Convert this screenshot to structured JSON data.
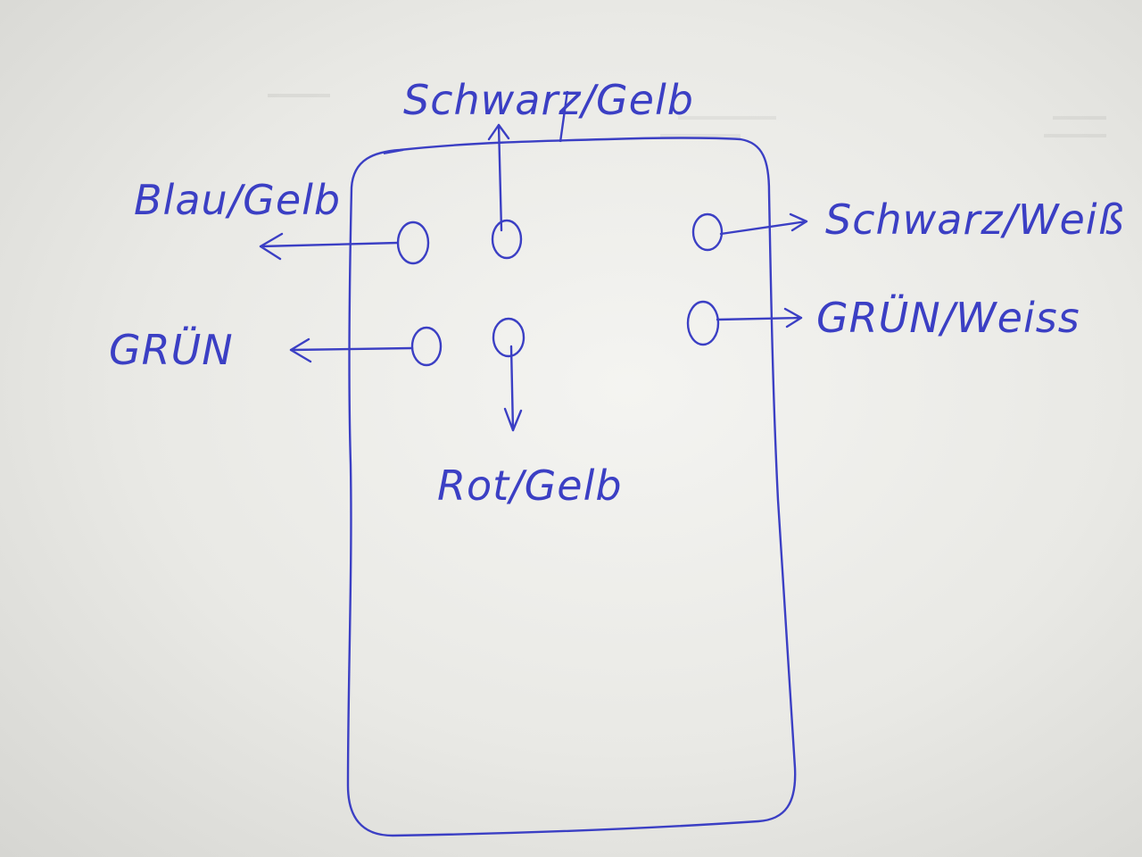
{
  "ink_color": "#3b3fc4",
  "paper_color": "#eeeeeb",
  "connector": {
    "pins": [
      {
        "id": "top-left",
        "label": "Blau/Gelb",
        "direction": "left"
      },
      {
        "id": "top-middle",
        "label": "Schwarz/Gelb",
        "direction": "up"
      },
      {
        "id": "top-right",
        "label": "Schwarz/Weiß",
        "direction": "right"
      },
      {
        "id": "bottom-left",
        "label": "GRÜN",
        "direction": "left"
      },
      {
        "id": "bottom-middle",
        "label": "Rot/Gelb",
        "direction": "down"
      },
      {
        "id": "right-lower",
        "label": "GRÜN/Weiss",
        "direction": "right"
      }
    ]
  }
}
